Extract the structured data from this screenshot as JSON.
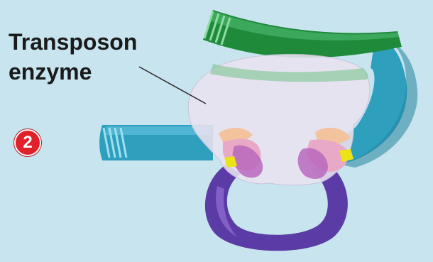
{
  "diagram": {
    "label": {
      "line1": "Transposon",
      "line2": "enzyme"
    },
    "step_badge": "2"
  },
  "colors": {
    "background": "#c8e4ee",
    "dna_blue": "#2f9fbe",
    "dna_green": "#1f8a3a",
    "loop_purple": "#5b3ba5",
    "enzyme_lavender": "#e9e3f1",
    "enzyme_pink": "#e8a9c6",
    "enzyme_magenta": "#b868bd",
    "enzyme_peach": "#f3c39d",
    "contact_yellow": "#ece316",
    "badge_red": "#e2202a"
  }
}
